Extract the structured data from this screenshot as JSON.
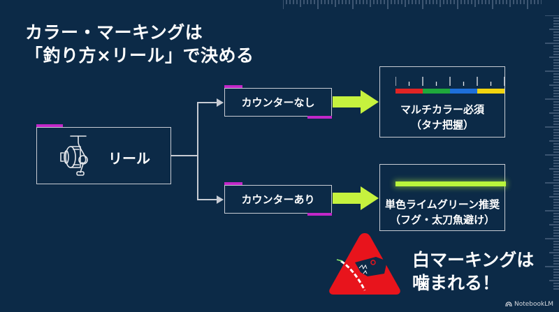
{
  "title": {
    "line1": "カラー・マーキングは",
    "line2": "「釣り方×リール」で決める"
  },
  "root": {
    "label": "リール",
    "icon": "spinning-reel-icon"
  },
  "branches": [
    {
      "label": "カウンターなし",
      "result": {
        "line1": "マルチカラー必須",
        "line2": "（タナ把握）",
        "swatch_type": "multicolor",
        "colors": [
          "#e02424",
          "#1fa83c",
          "#1e6fd9",
          "#f2d40f"
        ]
      }
    },
    {
      "label": "カウンターあり",
      "result": {
        "line1": "単色ライムグリーン推奨",
        "line2": "（フグ・太刀魚避け）",
        "swatch_type": "single",
        "colors": [
          "#b9f53c"
        ]
      }
    }
  ],
  "warning": {
    "icon": "fish-bite-warning-icon",
    "line1": "白マーキングは",
    "line2": "噛まれる！"
  },
  "colors": {
    "background": "#0c2a47",
    "accent_magenta": "#c227c8",
    "arrow_lime": "#c6f23e",
    "warning_red": "#e8141c",
    "border": "#c8ccd4"
  },
  "watermark": "NotebookLM"
}
